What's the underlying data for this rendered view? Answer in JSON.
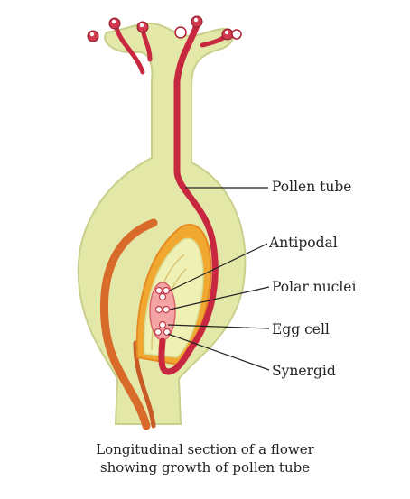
{
  "labels": {
    "pollen_tube": "Pollen tube",
    "antipodal": "Antipodal",
    "polar_nuclei": "Polar nuclei",
    "egg_cell": "Egg cell",
    "synergid": "Synergid"
  },
  "caption": {
    "line1": "Longitudinal section of a flower",
    "line2": "showing growth of pollen tube"
  },
  "colors": {
    "pistil_fill": "#e3e8a9",
    "pistil_outline": "#c9cf8a",
    "pollen_tube": "#c8283f",
    "pollen_grain": "#d23a4f",
    "integument_outer": "#d86a2a",
    "integument_inner": "#f0a830",
    "embryo_sac": "#f3a4a4",
    "leader_line": "#222222"
  }
}
